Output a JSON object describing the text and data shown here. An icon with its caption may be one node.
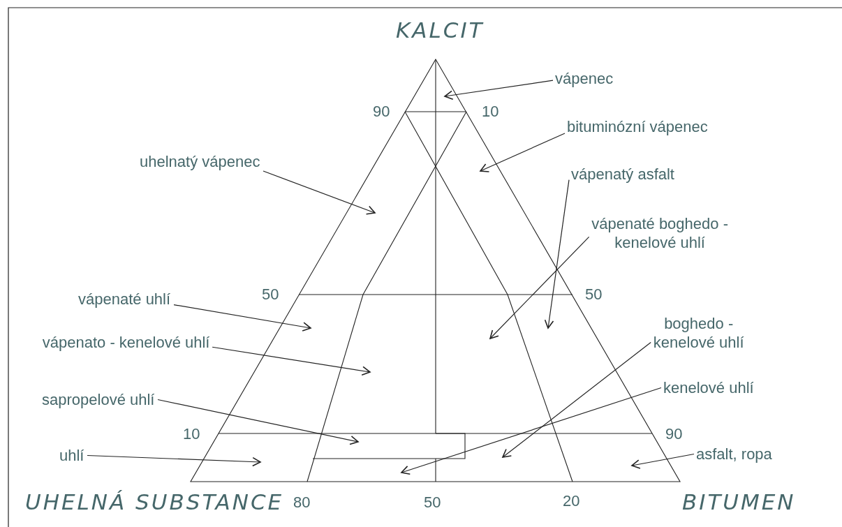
{
  "diagram": {
    "nodes": [
      {
        "text": [
          "vápenec"
        ]
      },
      {
        "text": [
          "bituminózní vápenec"
        ]
      },
      {
        "text": [
          "uhelnatý vápenec"
        ]
      },
      {
        "text": [
          "vápenatý asfalt"
        ]
      },
      {
        "text": [
          "vápenaté boghedo - kenelové uhlí"
        ]
      },
      {
        "text": [
          "vápenaté uhlí"
        ]
      },
      {
        "text": [
          "boghedo - kenelové uhlí"
        ]
      },
      {
        "text": [
          "vápenato - kenelové uhlí"
        ]
      },
      {
        "text": [
          "kenelové uhlí"
        ]
      },
      {
        "text": [
          "sapropelové uhlí"
        ]
      },
      {
        "text": [
          "uhlí"
        ]
      },
      {
        "text": [
          "asfalt, ropa"
        ]
      }
    ],
    "edges": [
      {
        "from": 0,
        "to": null,
        "arrow": "to"
      },
      {
        "from": 1,
        "to": null,
        "arrow": "to"
      },
      {
        "from": 2,
        "to": null,
        "arrow": "to"
      },
      {
        "from": 3,
        "to": null,
        "arrow": "to"
      },
      {
        "from": 4,
        "to": null,
        "arrow": "to"
      },
      {
        "from": 5,
        "to": null,
        "arrow": "to"
      },
      {
        "from": 6,
        "to": null,
        "arrow": "to"
      },
      {
        "from": 7,
        "to": null,
        "arrow": "to"
      },
      {
        "from": 8,
        "to": null,
        "arrow": "to"
      },
      {
        "from": 9,
        "to": null,
        "arrow": "to"
      },
      {
        "from": 10,
        "to": null,
        "arrow": "to"
      },
      {
        "from": 11,
        "to": null,
        "arrow": "to"
      }
    ],
    "labels": [
      "KALCIT",
      "90",
      "10",
      "50",
      "50",
      "10",
      "90",
      "UHELNÁ SUBSTANCE",
      "80",
      "50",
      "20",
      "BITUMEN"
    ]
  }
}
